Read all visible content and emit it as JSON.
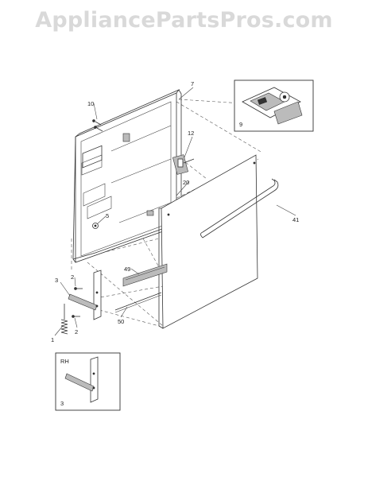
{
  "watermark": "AppliancePartsPros.com",
  "callouts": {
    "c7": "7",
    "c10": "10",
    "c9": "9",
    "c12": "12",
    "c20": "20",
    "c5": "5",
    "c41": "41",
    "c49": "49",
    "c3": "3",
    "c2a": "2",
    "c2b": "2",
    "c50": "50",
    "c1": "1",
    "inset_rh_label": "RH",
    "inset_rh_num": "3"
  }
}
